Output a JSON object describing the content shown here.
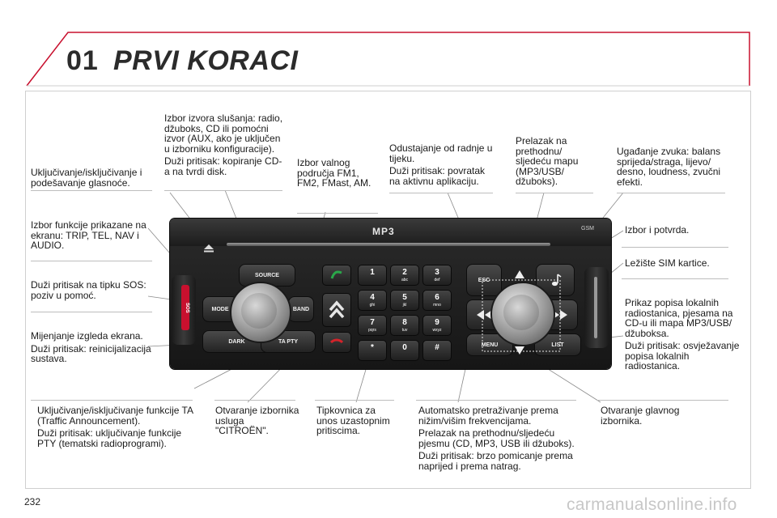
{
  "header": {
    "chapter_number": "01",
    "chapter_title": "PRVI KORACI",
    "accent_color": "#c8102e"
  },
  "callouts": {
    "power_volume": "Uključivanje/isključivanje i podešavanje glasnoće.",
    "source_select": "Izbor izvora slušanja: radio, džuboks, CD ili pomoćni izvor (AUX, ako je uključen u izborniku konfiguracije).",
    "source_long_press": "Duži pritisak: kopiranje CD-a na tvrdi disk.",
    "band_select": "Izbor valnog područja FM1, FM2, FMast, AM.",
    "esc_abort": "Odustajanje od radnje u tijeku.",
    "esc_long_press": "Duži pritisak: povratak na aktivnu aplikaciju.",
    "folder_nav": "Prelazak na prethodnu/ sljedeću mapu (MP3/USB/ džuboks).",
    "sound_settings": "Ugađanje zvuka: balans sprijeda/straga, lijevo/ desno, loudness, zvučni efekti.",
    "mode_function": "Izbor funkcije prikazane na ekranu: TRIP, TEL, NAV i AUDIO.",
    "select_confirm": "Izbor i potvrda.",
    "sim_slot": "Ležište SIM kartice.",
    "sos_long_press": "Duži pritisak na tipku SOS: poziv u pomoć.",
    "list_display": "Prikaz popisa lokalnih radiostanica, pjesama na CD-u ili mapa MP3/USB/ džuboksa.",
    "list_long_press": "Duži pritisak: osvježavanje popisa lokalnih radiostanica.",
    "dark_display": "Mijenjanje izgleda ekrana.",
    "dark_long_press": "Duži pritisak: reinicijalizacija sustava.",
    "ta_toggle": "Uključivanje/isključivanje funkcije TA (Traffic Announcement).",
    "pty_long_press": "Duži pritisak: uključivanje funkcije PTY (tematski radioprogrami).",
    "citroen_services": "Otvaranje izbornika usluga \"CITROËN\".",
    "keypad": "Tipkovnica za unos uzastopnim pritiscima.",
    "auto_search": "Automatsko pretraživanje prema nižim/višim frekvencijama.",
    "track_nav": "Prelazak na prethodnu/sljedeću pjesmu (CD, MP3, USB ili džuboks).",
    "track_long_press": "Duži pritisak: brzo pomicanje prema naprijed i prema natrag.",
    "main_menu": "Otvaranje glavnog izbornika."
  },
  "radio": {
    "mp3_label": "MP3",
    "gsm_label": "GSM",
    "sos_label": "SOS",
    "buttons": {
      "source": "SOURCE",
      "mode": "MODE",
      "band": "BAND",
      "dark": "DARK",
      "ta_pty": "TA PTY",
      "esc": "ESC",
      "menu": "MENU",
      "list": "LIST"
    },
    "keypad": [
      {
        "digit": "1",
        "letters": ""
      },
      {
        "digit": "2",
        "letters": "abc"
      },
      {
        "digit": "3",
        "letters": "def"
      },
      {
        "digit": "4",
        "letters": "ghi"
      },
      {
        "digit": "5",
        "letters": "jkl"
      },
      {
        "digit": "6",
        "letters": "mno"
      },
      {
        "digit": "7",
        "letters": "pqrs"
      },
      {
        "digit": "8",
        "letters": "tuv"
      },
      {
        "digit": "9",
        "letters": "wxyz"
      },
      {
        "digit": "*",
        "letters": ""
      },
      {
        "digit": "0",
        "letters": ""
      },
      {
        "digit": "#",
        "letters": ""
      }
    ]
  },
  "footer": {
    "page_number": "232",
    "watermark": "carmanualsonline.info"
  }
}
